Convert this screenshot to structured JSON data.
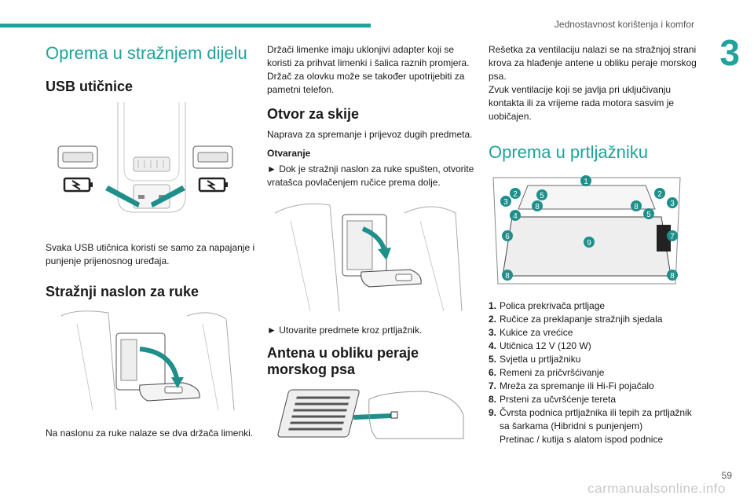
{
  "header": {
    "title": "Jednostavnost korištenja i komfor",
    "chapter": "3",
    "page": "59",
    "watermark": "carmanualsonline.info"
  },
  "col1": {
    "title": "Oprema u stražnjem dijelu",
    "usb_heading": "USB utičnice",
    "usb_text": "Svaka USB utičnica koristi se samo za napajanje i punjenje prijenosnog uređaja.",
    "armrest_heading": "Stražnji naslon za ruke",
    "armrest_text": "Na naslonu za ruke nalaze se dva držača limenki."
  },
  "col2": {
    "holder_text": "Držači limenke imaju uklonjivi adapter koji se koristi za prihvat limenki i šalica raznih promjera. Držač za olovku može se također upotrijebiti za pametni telefon.",
    "ski_heading": "Otvor za skije",
    "ski_text": "Naprava za spremanje i prijevoz dugih predmeta.",
    "opening_label": "Otvaranje",
    "opening_step": "► Dok je stražnji naslon za ruke spušten, otvorite vratašca povlačenjem ručice prema dolje.",
    "load_step": "► Utovarite predmete kroz prtljažnik.",
    "antenna_heading": "Antena u obliku peraje morskog psa"
  },
  "col3": {
    "vent_text": "Rešetka za ventilaciju nalazi se na stražnjoj strani krova za hlađenje antene u obliku peraje morskog psa.",
    "vent_text2": "Zvuk ventilacije koji se javlja pri uključivanju kontakta ili za vrijeme rada motora sasvim je uobičajen.",
    "trunk_title": "Oprema u prtljažniku",
    "items": [
      {
        "n": "1.",
        "t": "Polica prekrivača prtljage"
      },
      {
        "n": "2.",
        "t": "Ručice za preklapanje stražnjih sjedala"
      },
      {
        "n": "3.",
        "t": "Kukice za vrećice"
      },
      {
        "n": "4.",
        "t": "Utičnica 12 V (120 W)"
      },
      {
        "n": "5.",
        "t": "Svjetla u prtljažniku"
      },
      {
        "n": "6.",
        "t": "Remeni za pričvršćivanje"
      },
      {
        "n": "7.",
        "t": "Mreža za spremanje ili Hi-Fi pojačalo"
      },
      {
        "n": "8.",
        "t": "Prsteni za učvršćenje tereta"
      },
      {
        "n": "9.",
        "t": "Čvrsta podnica prtljažnika ili tepih za prtljažnik sa šarkama (Hibridni s punjenjem)"
      }
    ],
    "item_extra": "Pretinac / kutija s alatom ispod podnice"
  },
  "colors": {
    "accent": "#1fa39a",
    "marker": "#1e8f8a"
  },
  "markers": [
    "1",
    "2",
    "2",
    "3",
    "3",
    "4",
    "5",
    "5",
    "6",
    "7",
    "8",
    "8",
    "8",
    "8",
    "9"
  ]
}
